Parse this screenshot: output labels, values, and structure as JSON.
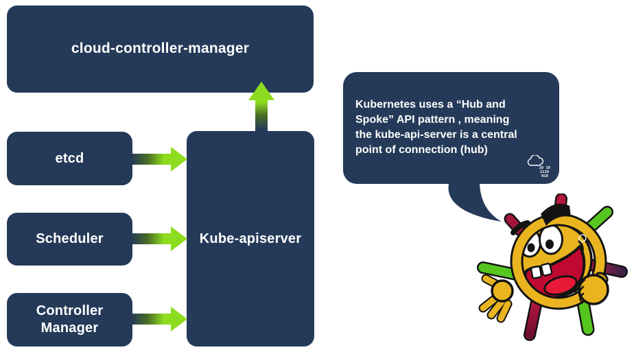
{
  "diagram": {
    "nodes": [
      {
        "id": "cloud-controller-manager",
        "label": "cloud-controller-manager"
      },
      {
        "id": "etcd",
        "label": "etcd"
      },
      {
        "id": "scheduler",
        "label": "Scheduler"
      },
      {
        "id": "controller-manager",
        "label": "Controller Manager"
      },
      {
        "id": "kube-apiserver",
        "label": "Kube-apiserver"
      }
    ],
    "edges": [
      {
        "from": "etcd",
        "to": "kube-apiserver",
        "direction": "right"
      },
      {
        "from": "scheduler",
        "to": "kube-apiserver",
        "direction": "right"
      },
      {
        "from": "controller-manager",
        "to": "kube-apiserver",
        "direction": "right"
      },
      {
        "from": "kube-apiserver",
        "to": "cloud-controller-manager",
        "direction": "up"
      }
    ]
  },
  "callout": {
    "lines": [
      "Kubernetes uses a “Hub and",
      "Spoke” API pattern , meaning",
      "the kube-api-server is a central",
      "point of connection (hub)"
    ],
    "icon": "cloud-binary-icon",
    "icon_digits": [
      "10  10",
      "1110",
      "010"
    ]
  },
  "mascot": {
    "name": "kubernetes-wheel-mascot",
    "description": "cartoon ship's wheel (Kubernetes helm) with smiling face and hands"
  },
  "colors": {
    "navy": "#253a58",
    "arrow_green": "#8edc20",
    "wheel_gold": "#e9b41f",
    "spoke_green": "#56c61e",
    "spoke_crimson": "#b5173f",
    "text_white": "#ffffff"
  }
}
